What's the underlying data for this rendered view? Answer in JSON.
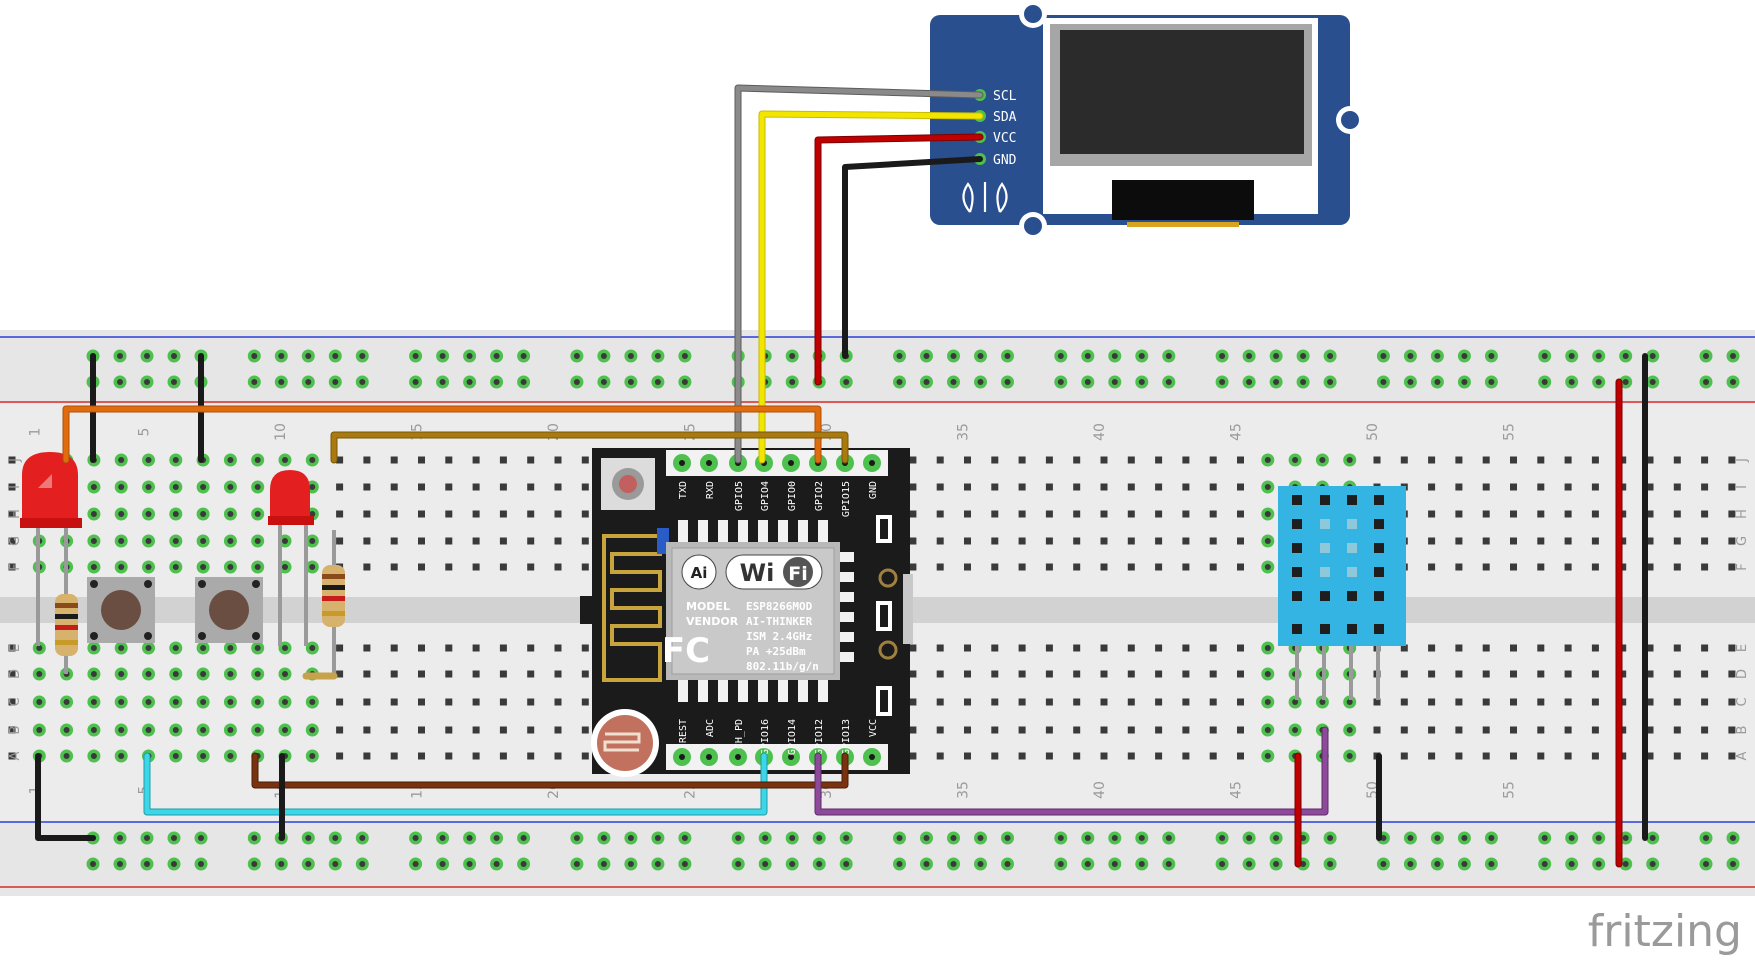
{
  "oled": {
    "pins": [
      "SCL",
      "SDA",
      "VCC",
      "GND"
    ]
  },
  "esp": {
    "top_pins": [
      "TXD",
      "RXD",
      "GPIO5",
      "GPIO4",
      "GPIO0",
      "GPIO2",
      "GPIO15",
      "GND"
    ],
    "bottom_pins": [
      "REST",
      "ADC",
      "CH_PD",
      "GPIO16",
      "GPIO14",
      "GPIO12",
      "GPIO13",
      "VCC"
    ],
    "logo_ai": "Ai",
    "logo_wi": "Wi",
    "logo_fi": "Fi",
    "fc_mark": "FC",
    "spec_lines": [
      [
        "MODEL",
        "ESP8266MOD"
      ],
      [
        "VENDOR",
        "AI-THINKER"
      ],
      [
        "",
        "ISM  2.4GHz"
      ],
      [
        "",
        "PA   +25dBm"
      ],
      [
        "",
        "802.11b/g/n"
      ]
    ]
  },
  "breadboard": {
    "column_numbers": [
      "1",
      "5",
      "10",
      "15",
      "20",
      "25",
      "30",
      "35",
      "40",
      "45",
      "50",
      "55"
    ],
    "row_letters_top": [
      "J",
      "I",
      "H",
      "G",
      "F"
    ],
    "row_letters_bottom": [
      "E",
      "D",
      "C",
      "B",
      "A"
    ]
  },
  "watermark": "fritzing",
  "colors": {
    "board_blue": "#2a4f8f",
    "esp_black": "#1b1b1b",
    "sensor_blue": "#33b4e3",
    "wire_gray": "#8a8a8a",
    "wire_yellow": "#f2e600",
    "wire_red": "#c00000",
    "wire_black": "#1a1a1a",
    "wire_orange": "#e06c10",
    "wire_olive": "#a87a10",
    "wire_cyan": "#3cd6e6",
    "wire_brown": "#7a3210",
    "wire_purple": "#8e4a9a",
    "hole_green": "#4ec04e"
  }
}
